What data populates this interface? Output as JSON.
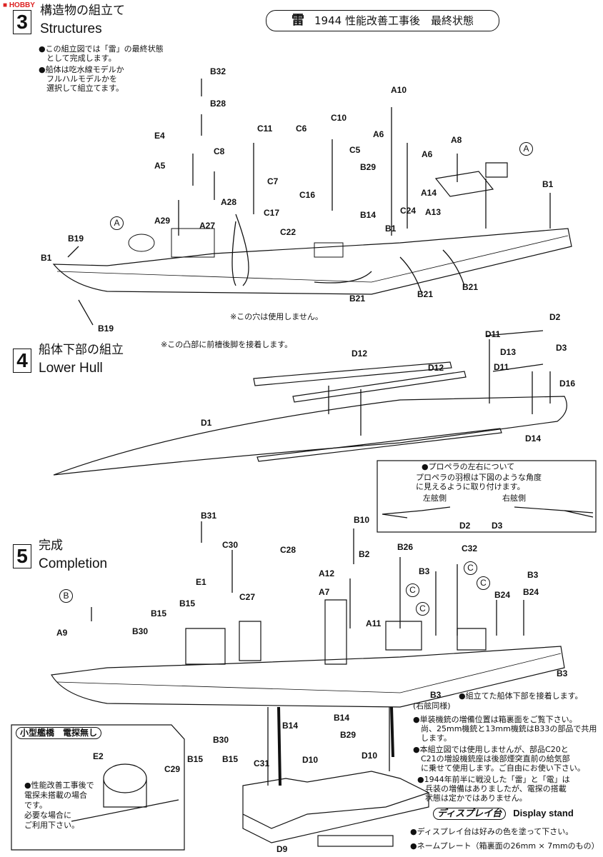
{
  "logo_text": "HOBBY",
  "banner": {
    "ship": "雷",
    "text": "1944 性能改善工事後　最終状態"
  },
  "step3": {
    "num": "3",
    "title_jp": "構造物の組立て",
    "title_en": "Structures",
    "notes": [
      "●この組立図では「雷」の最終状態\n　として完成します。",
      "●船体は吃水線モデルか\n　フルハルモデルかを\n　選択して組立てます。"
    ],
    "callouts": [
      "※この穴は使用しません。",
      "※この凸部に前檣後脚を接着します。"
    ],
    "parts": [
      "B32",
      "B28",
      "E4",
      "C11",
      "C10",
      "C6",
      "A10",
      "A6",
      "A6",
      "A8",
      "C5",
      "C8",
      "A5",
      "C7",
      "B29",
      "C16",
      "A14",
      "A13",
      "B1",
      "A28",
      "A29",
      "A27",
      "C17",
      "B14",
      "C24",
      "C22",
      "B1",
      "B19",
      "B1",
      "B21",
      "B21",
      "B21",
      "B19"
    ],
    "circles": [
      "A",
      "A"
    ]
  },
  "step4": {
    "num": "4",
    "title_jp": "船体下部の組立",
    "title_en": "Lower Hull",
    "parts": [
      "D11",
      "D2",
      "D13",
      "D3",
      "D12",
      "D12",
      "D11",
      "D16",
      "D1",
      "D14"
    ],
    "propeller_box": {
      "heading": "●プロペラの左右について",
      "body": "プロペラの羽根は下図のような角度\nに見えるように取り付けます。",
      "port": "左舷側",
      "starboard": "右舷側",
      "parts": [
        "D2",
        "D3"
      ]
    }
  },
  "step5": {
    "num": "5",
    "title_jp": "完成",
    "title_en": "Completion",
    "parts": [
      "B31",
      "B10",
      "B2",
      "C28",
      "C30",
      "B26",
      "C32",
      "E1",
      "A12",
      "B3",
      "B3",
      "A7",
      "C27",
      "B15",
      "A11",
      "B24",
      "B24",
      "B15",
      "A9",
      "B30",
      "B3",
      "B3",
      "B14",
      "B14",
      "B29",
      "B30",
      "B15",
      "B15",
      "C31",
      "D10",
      "D10",
      "D9"
    ],
    "starboard_same": "(右舷同様)",
    "circles": [
      "B",
      "C",
      "C",
      "C",
      "C"
    ],
    "notes": [
      "●組立てた船体下部を接着します。",
      "●単装機銃の増備位置は箱裏面をご覧下さい。\n　尚、25mm機銃と13mm機銃はB33の部品で共用\n　します。",
      "●本組立図では使用しませんが、部品C20と\n　C21の増設機銃座は後部煙突直前の給気部\n　に乗せて使用します。ご自由にお使い下さい。",
      "●1944年前半に戦没した「雷」と「電」は\n　兵装の増備はありましたが、電探の搭載\n　状態は定かではありません。"
    ],
    "inset": {
      "title": "小型艦橋　電探無し",
      "note": "●性能改善工事後で\n電探未搭載の場合\nです。\n必要な場合に\nご利用下さい。",
      "parts": [
        "E2",
        "C29"
      ]
    },
    "display_stand": {
      "title_jp": "ディスプレイ台",
      "title_en": "Display stand",
      "notes": [
        "●ディスプレイ台は好みの色を塗って下さい。",
        "●ネームプレート（箱裏面の26mm × 7mmのもの）"
      ]
    }
  }
}
